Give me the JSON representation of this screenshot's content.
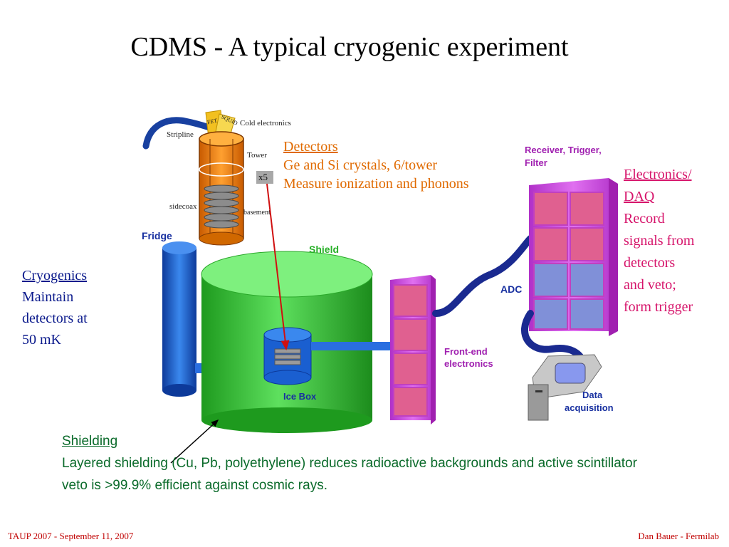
{
  "slide": {
    "title": "CDMS - A typical cryogenic experiment",
    "footer_left": "TAUP 2007 - September 11, 2007",
    "footer_right": "Dan Bauer - Fermilab"
  },
  "callouts": {
    "detectors": {
      "heading": "Detectors",
      "line1": "Ge and Si crystals, 6/tower",
      "line2": "Measure ionization and phonons"
    },
    "electronics": {
      "heading1": "Electronics/",
      "heading2": "DAQ",
      "lines": [
        "Record",
        "signals from",
        "detectors",
        "and veto;",
        "form trigger"
      ]
    },
    "cryogenics": {
      "heading": "Cryogenics",
      "lines": [
        "Maintain",
        "detectors at",
        "50 mK"
      ]
    },
    "shielding": {
      "heading": "Shielding",
      "line1": "Layered shielding (Cu, Pb, polyethylene) reduces radioactive backgrounds and active scintillator",
      "line2": "veto is >99.9% efficient against cosmic rays."
    }
  },
  "diagram_labels": {
    "stripline": "Stripline",
    "cold_electronics": "Cold electronics",
    "fet": "FET",
    "squid": "SQUID",
    "tower": "Tower",
    "x5": "x5",
    "sidecoax": "sidecoax",
    "basement": "basement",
    "fridge": "Fridge",
    "shield": "Shield",
    "ice_box": "Ice Box",
    "front_end_1": "Front-end",
    "front_end_2": "electronics",
    "adc": "ADC",
    "receiver_1": "Receiver, Trigger,",
    "receiver_2": "Filter",
    "data_acq_1": "Data",
    "data_acq_2": "acquisition"
  },
  "colors": {
    "fridge_blue": "#1a5fd0",
    "shield_green": "#2ec02e",
    "tower_orange": "#f08010",
    "electronics_magenta": "#d040e0",
    "label_blue": "#1830a0",
    "label_green": "#28b028",
    "footer_red": "#c00000"
  }
}
